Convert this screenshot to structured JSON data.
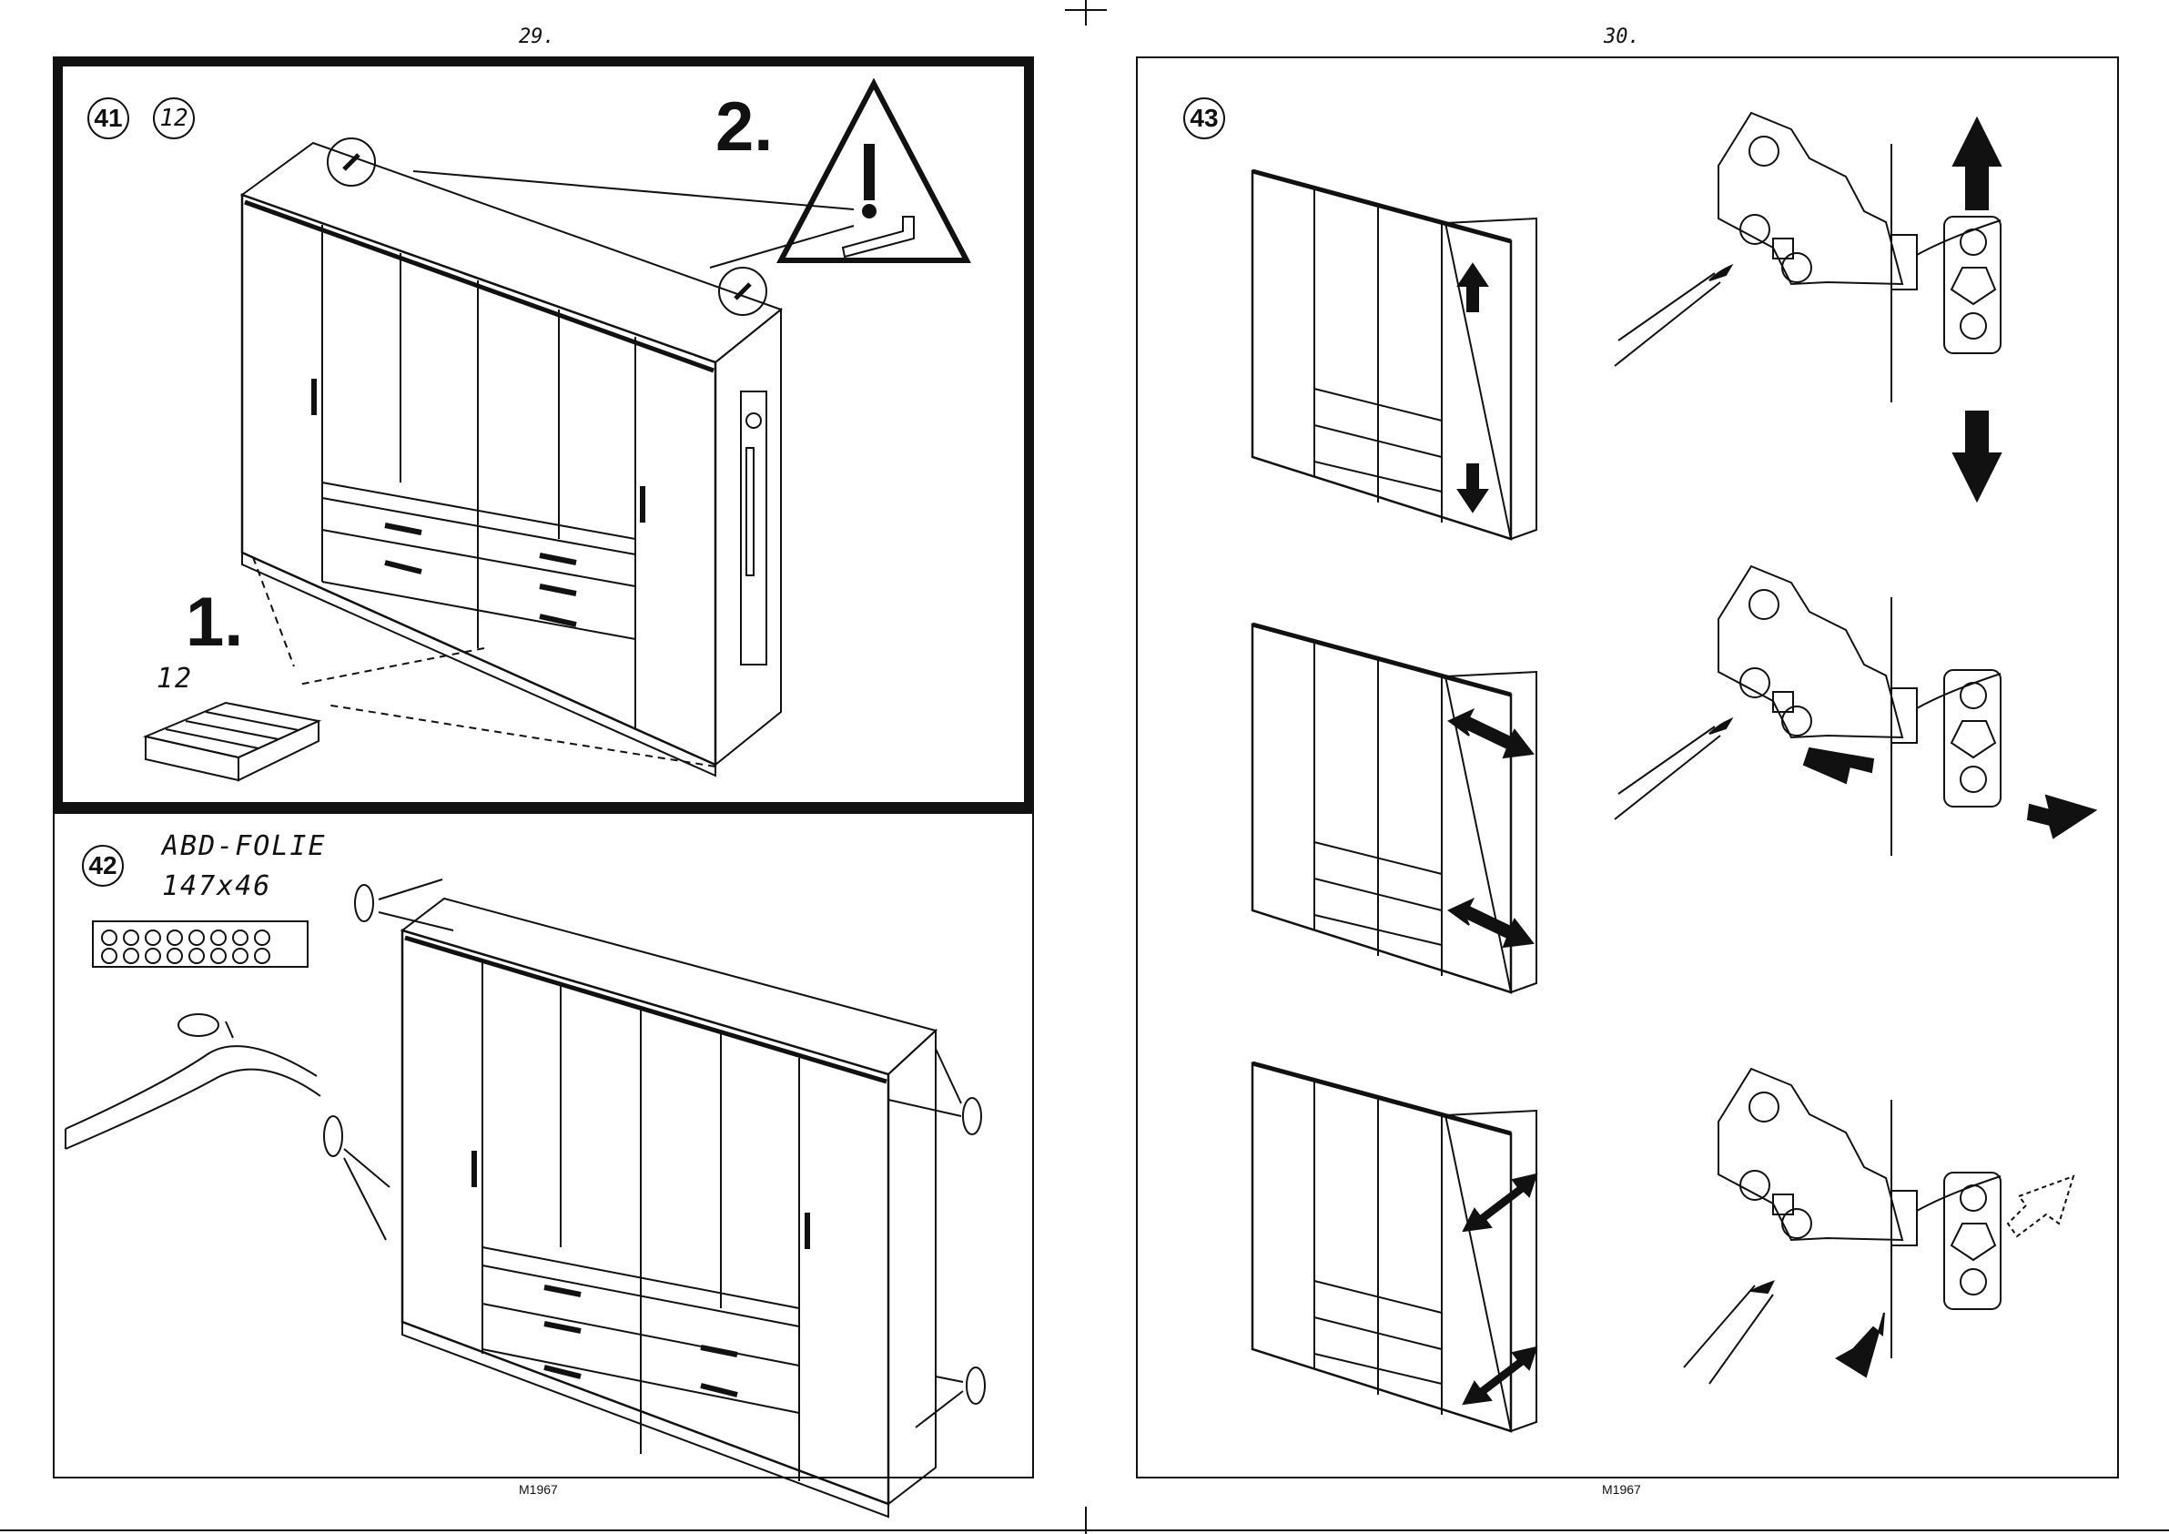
{
  "pages": {
    "left": {
      "number": "29.",
      "footer": "M1967"
    },
    "right": {
      "number": "30.",
      "footer": "M1967"
    }
  },
  "step41": {
    "step": "41",
    "quantity": "12",
    "substep_one": "1.",
    "substep_two": "2.",
    "part_quantity": "12"
  },
  "step42": {
    "step": "42",
    "foil_name": "ABD-FOLIE",
    "foil_size": "147x46"
  },
  "step43": {
    "step": "43",
    "adjustments": [
      "height",
      "side",
      "depth"
    ]
  },
  "icons": {
    "warning": "warning-triangle-icon",
    "wall_bracket": "wall-bracket-icon",
    "screwdriver": "screwdriver-icon",
    "hinge": "cabinet-hinge-icon",
    "bumper_pad": "felt-pad-icon",
    "arrow": "arrow-icon"
  }
}
